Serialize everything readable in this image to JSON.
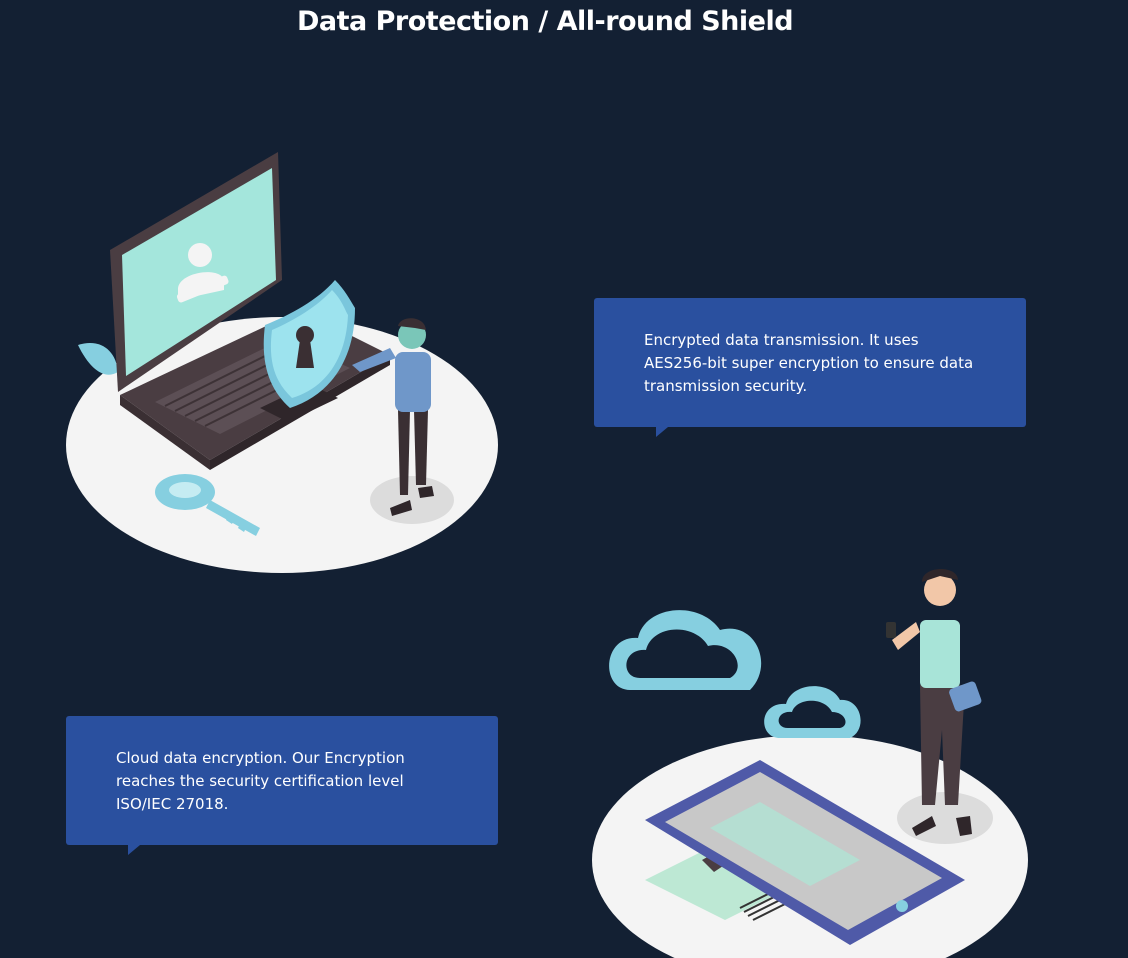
{
  "page": {
    "title": "Data Protection / All-round Shield"
  },
  "features": [
    {
      "text": "Encrypted data transmission. It uses AES256-bit super encryption to ensure data transmission security."
    },
    {
      "text": "Cloud data encryption. Our Encryption reaches the security certification level ISO/IEC 27018."
    }
  ],
  "colors": {
    "background": "#132033",
    "bubble": "#2a509f",
    "accent_teal": "#9de3d8",
    "accent_cyan": "#86cfe0"
  },
  "icons": {
    "security": [
      "laptop-icon",
      "shield-lock-icon",
      "key-icon",
      "person-icon",
      "leaf-icon"
    ],
    "cloud": [
      "cloud-icon",
      "smartphone-icon",
      "barcode-card-icon",
      "person-icon"
    ]
  }
}
